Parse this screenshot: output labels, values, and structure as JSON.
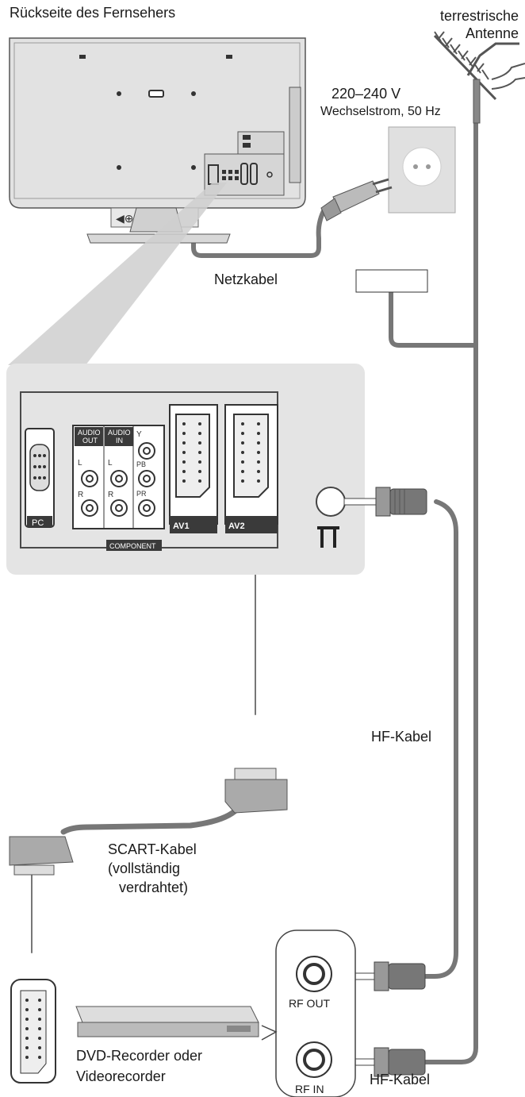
{
  "labels": {
    "tv_rear": "Rückseite des Fernsehers",
    "antenna_line1": "terrestrische",
    "antenna_line2": "Antenne",
    "power_line1": "220–240 V",
    "power_line2": "Wechselstrom, 50 Hz",
    "mains_cable": "Netzkabel",
    "rf_cable_middle": "HF-Kabel",
    "scart_line1": "SCART-Kabel",
    "scart_line2": "(vollständig",
    "scart_line3": "verdrahtet)",
    "recorder_line1": "DVD-Recorder oder",
    "recorder_line2": "Videorecorder",
    "rf_cable_bottom": "HF-Kabel",
    "rf_out": "RF OUT",
    "rf_in": "RF IN"
  },
  "panel": {
    "audio_out_1": "AUDIO",
    "audio_out_2": "OUT",
    "audio_in_1": "AUDIO",
    "audio_in_2": "IN",
    "y": "Y",
    "pb": "PB",
    "pr": "PR",
    "l1": "L",
    "r1": "R",
    "l2": "L",
    "r2": "R",
    "component": "COMPONENT",
    "pc": "PC",
    "av1": "AV1",
    "av2": "AV2"
  },
  "colors": {
    "cable": "#777777",
    "panel_bg": "#e4e4e4",
    "dark_label": "#3a3a3a",
    "outline": "#4a4a4a"
  }
}
